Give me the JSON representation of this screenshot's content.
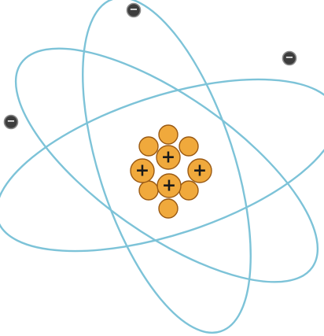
{
  "colors": {
    "background": "#ffffff",
    "orbit": "#7dc3d8",
    "nucleon_fill": "#f0a93c",
    "nucleon_stroke": "#9a5a14",
    "proton_sign": "#1a1a1a",
    "electron_fill": "#3d3d3d",
    "electron_highlight": "#8a8a8a",
    "electron_sign": "#ffffff"
  },
  "symbols": {
    "proton": "+",
    "electron": "−"
  },
  "counts": {
    "orbits": 3,
    "electrons": 3,
    "protons": 4,
    "neutrons": 6
  },
  "icons": {
    "electron": "minus-circle-icon",
    "proton": "plus-circle-icon",
    "neutron": "circle-icon"
  }
}
